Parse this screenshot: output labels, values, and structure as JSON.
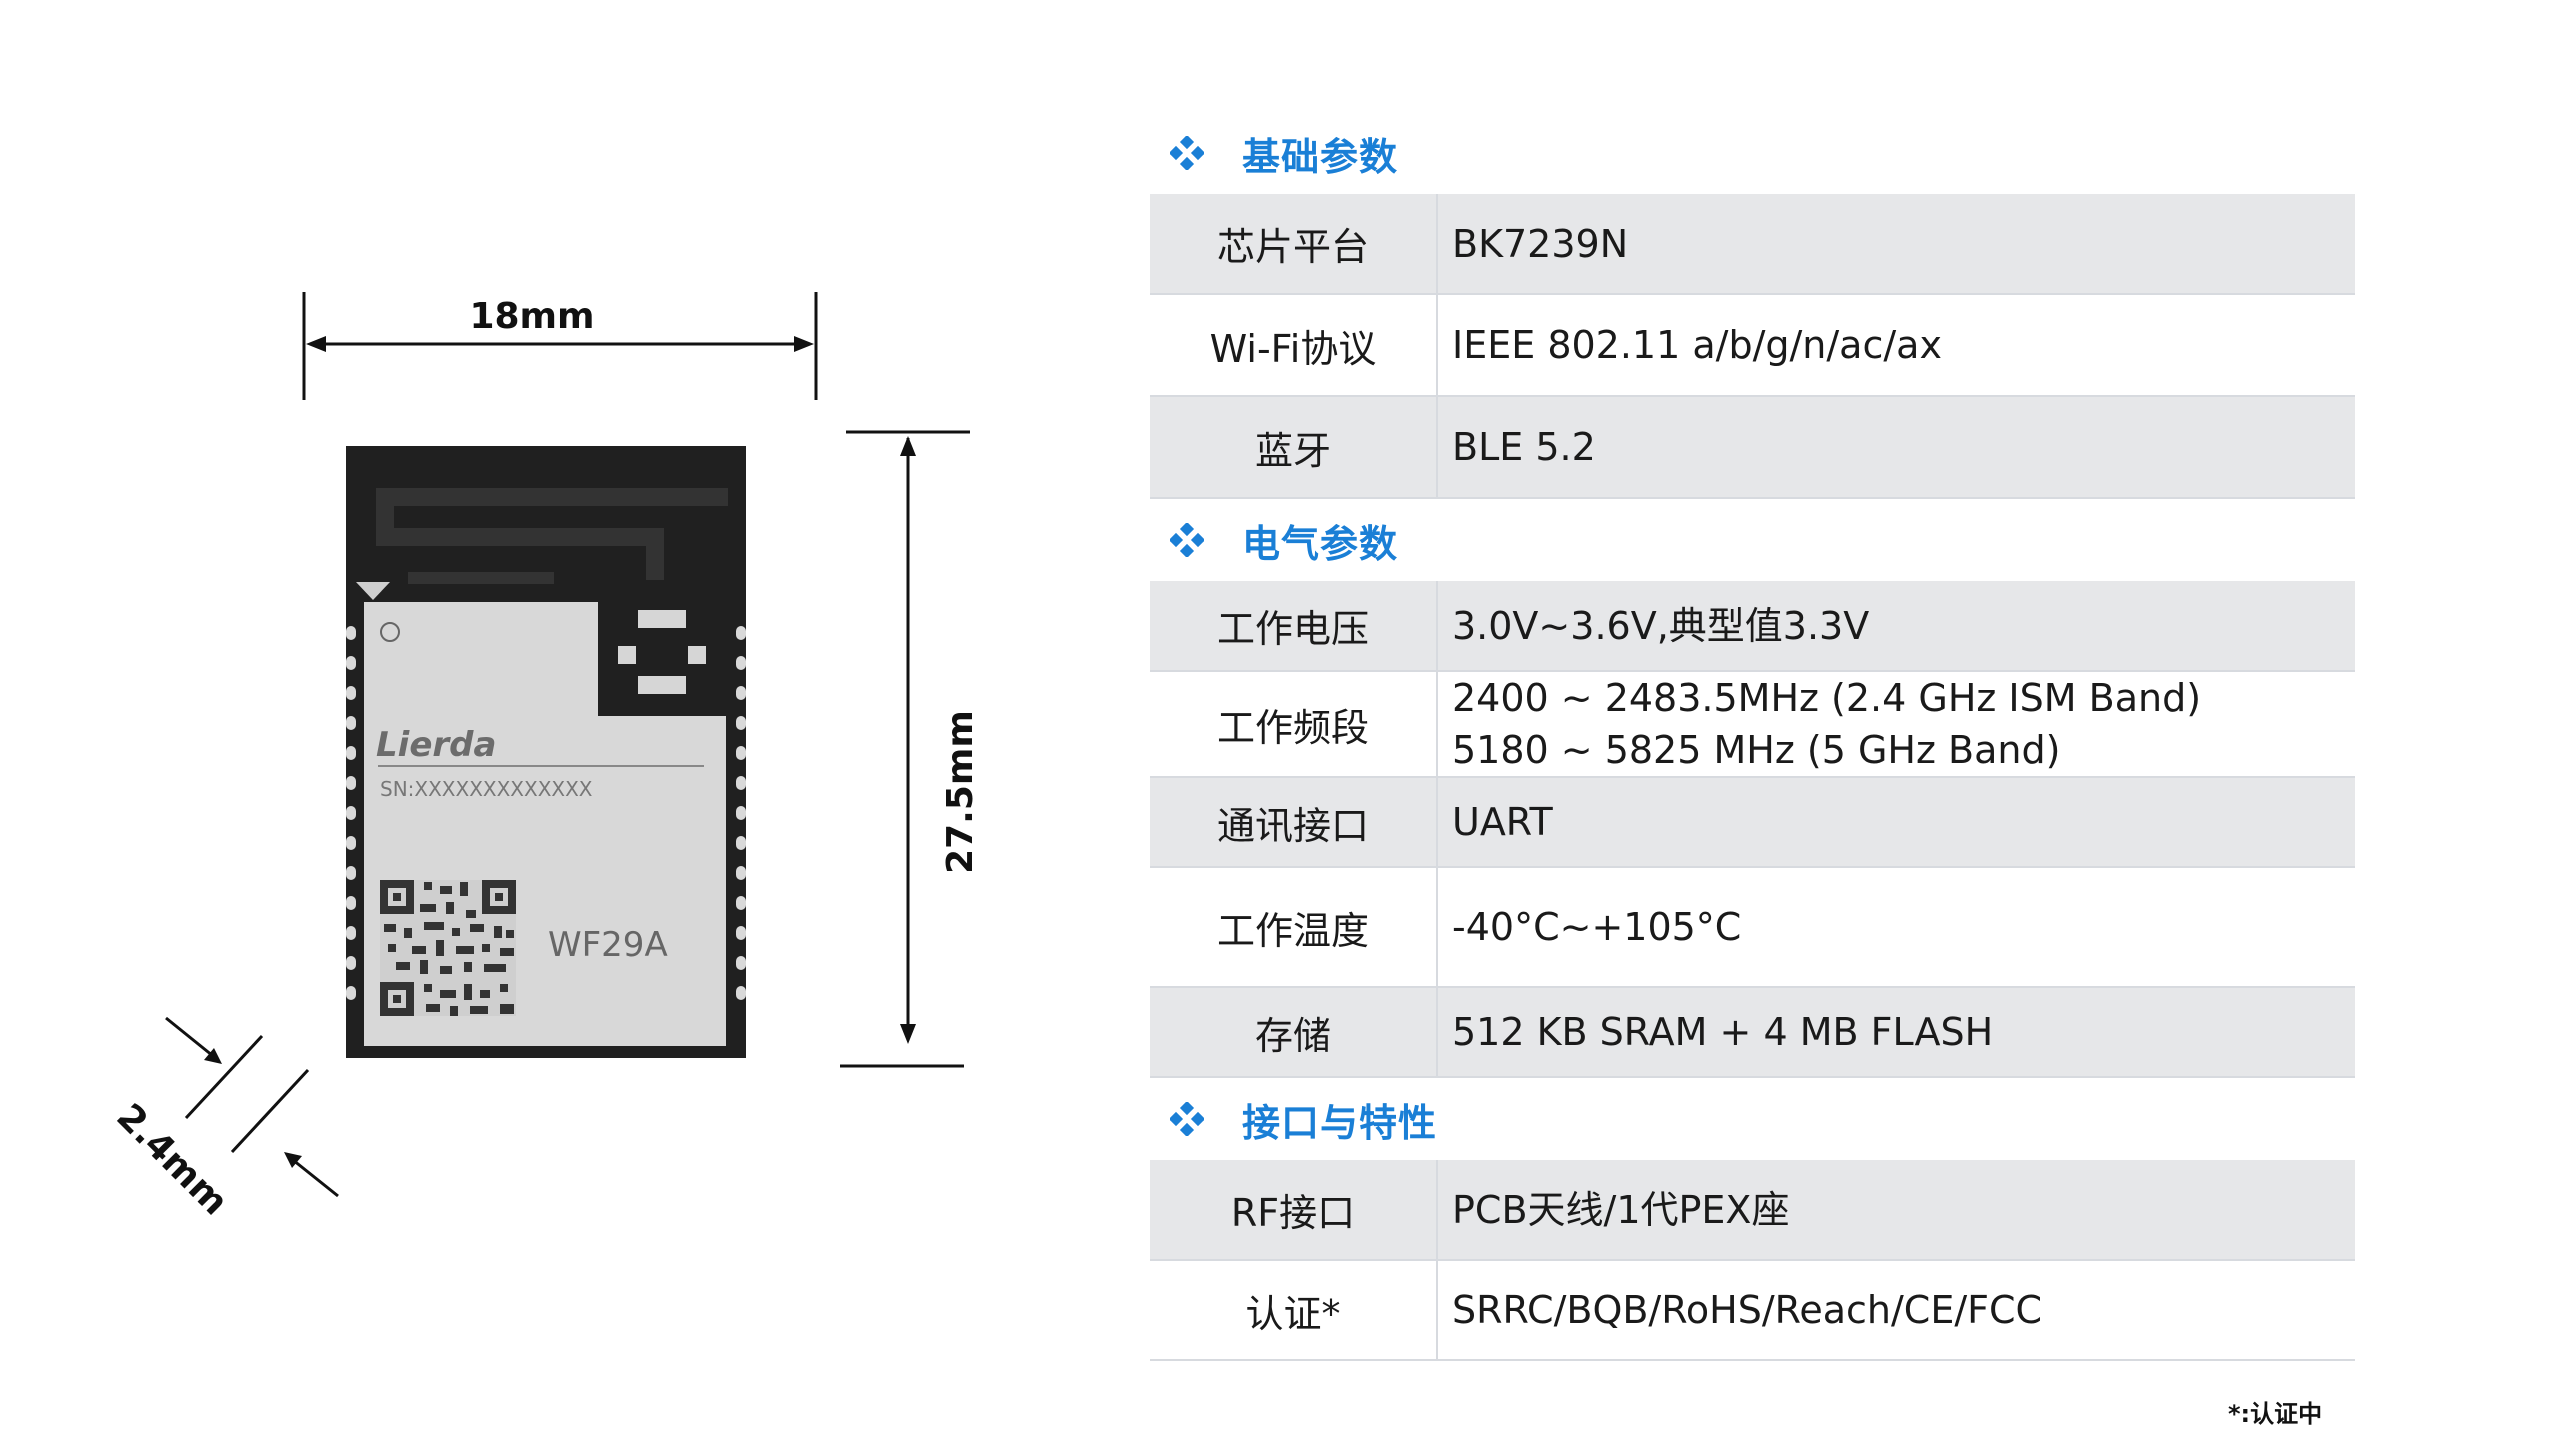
{
  "module": {
    "brand": "Lierda",
    "serial": "SN:XXXXXXXXXXXXX",
    "model": "WF29A"
  },
  "dimensions": {
    "width": "18mm",
    "height": "27.5mm",
    "thickness": "2.4mm"
  },
  "sections": [
    {
      "title": "基础参数",
      "rows": [
        {
          "key": "芯片平台",
          "value": [
            "BK7239N"
          ]
        },
        {
          "key": "Wi-Fi协议",
          "value": [
            "IEEE 802.11 a/b/g/n/ac/ax"
          ]
        },
        {
          "key": "蓝牙",
          "value": [
            "BLE 5.2"
          ]
        }
      ]
    },
    {
      "title": "电气参数",
      "rows": [
        {
          "key": "工作电压",
          "value": [
            "3.0V~3.6V,典型值3.3V"
          ]
        },
        {
          "key": "工作频段",
          "value": [
            "2400 ~ 2483.5MHz (2.4 GHz ISM Band)",
            "5180 ~ 5825 MHz (5 GHz Band)"
          ]
        },
        {
          "key": "通讯接口",
          "value": [
            "UART"
          ]
        },
        {
          "key": "工作温度",
          "value": [
            "-40°C~+105°C"
          ]
        },
        {
          "key": "存储",
          "value": [
            "512 KB SRAM +  4 MB FLASH"
          ]
        }
      ]
    },
    {
      "title": "接口与特性",
      "rows": [
        {
          "key": "RF接口",
          "value": [
            "PCB天线/1代PEX座"
          ]
        },
        {
          "key": "认证*",
          "value": [
            "SRRC/BQB/RoHS/Reach/CE/FCC"
          ]
        }
      ]
    }
  ],
  "footnote": "*:认证中",
  "colors": {
    "accent": "#1a7fd6",
    "row_gray": "#e6e7e9",
    "module_body": "#202020",
    "shield": "#d9d9d9"
  }
}
